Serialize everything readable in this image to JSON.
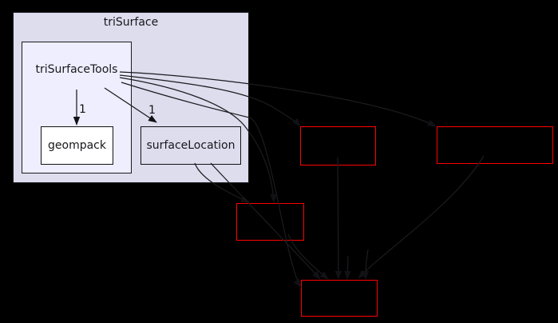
{
  "colors": {
    "background": "#000000",
    "outer_cluster_fill": "#ddddee",
    "inner_cluster_fill": "#eeeeff",
    "node_fill_white": "#ffffff",
    "node_fill_lavender": "#ddddee",
    "node_border": "#121216",
    "red_node_border": "#ff0000",
    "edge_color": "#1b1b1f",
    "text_color": "#17171b"
  },
  "graph": {
    "outer_cluster": {
      "label": "triSurface"
    },
    "inner_cluster": {
      "label": "triSurfaceTools"
    },
    "nodes": [
      {
        "label": "geompack",
        "style": "white-box"
      },
      {
        "label": "surfaceLocation",
        "style": "lavender-box"
      },
      {
        "label": "",
        "style": "red-box"
      },
      {
        "label": "",
        "style": "red-box"
      },
      {
        "label": "",
        "style": "red-box"
      },
      {
        "label": "",
        "style": "red-box"
      }
    ],
    "edge_labels": [
      {
        "text": "1"
      },
      {
        "text": "1"
      }
    ]
  }
}
